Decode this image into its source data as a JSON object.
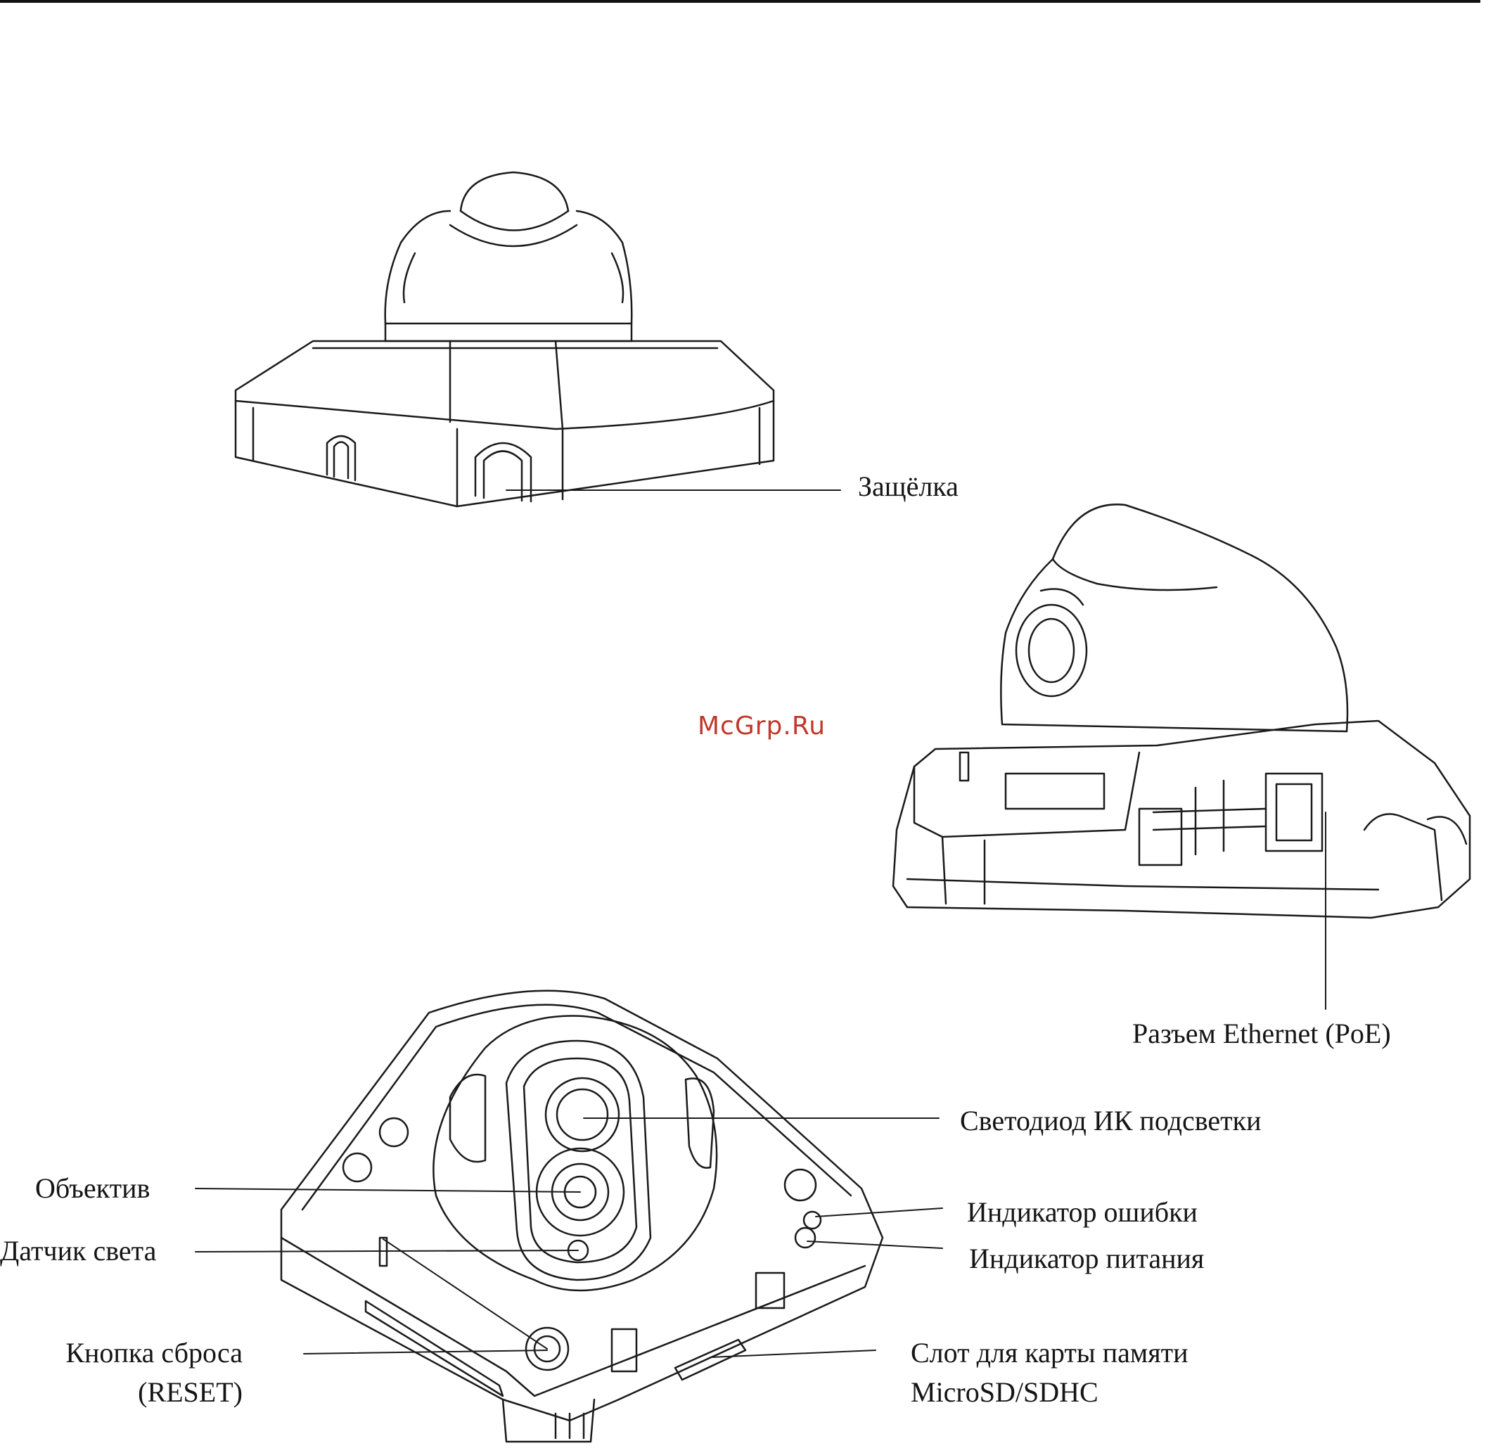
{
  "labels": {
    "latch": "Защёлка",
    "ethernet": "Разъем Ethernet (PoE)",
    "ir_led": "Светодиод ИК подсветки",
    "lens": "Объектив",
    "error_led": "Индикатор ошибки",
    "light_sensor": "Датчик света",
    "power_led": "Индикатор питания",
    "reset_line1": "Кнопка сброса",
    "reset_line2": "(RESET)",
    "sd_line1": "Слот для карты памяти",
    "sd_line2": "MicroSD/SDHC"
  },
  "watermark": "McGrp.Ru",
  "colors": {
    "line": "#1a1a1a",
    "watermark": "#c0392b"
  }
}
